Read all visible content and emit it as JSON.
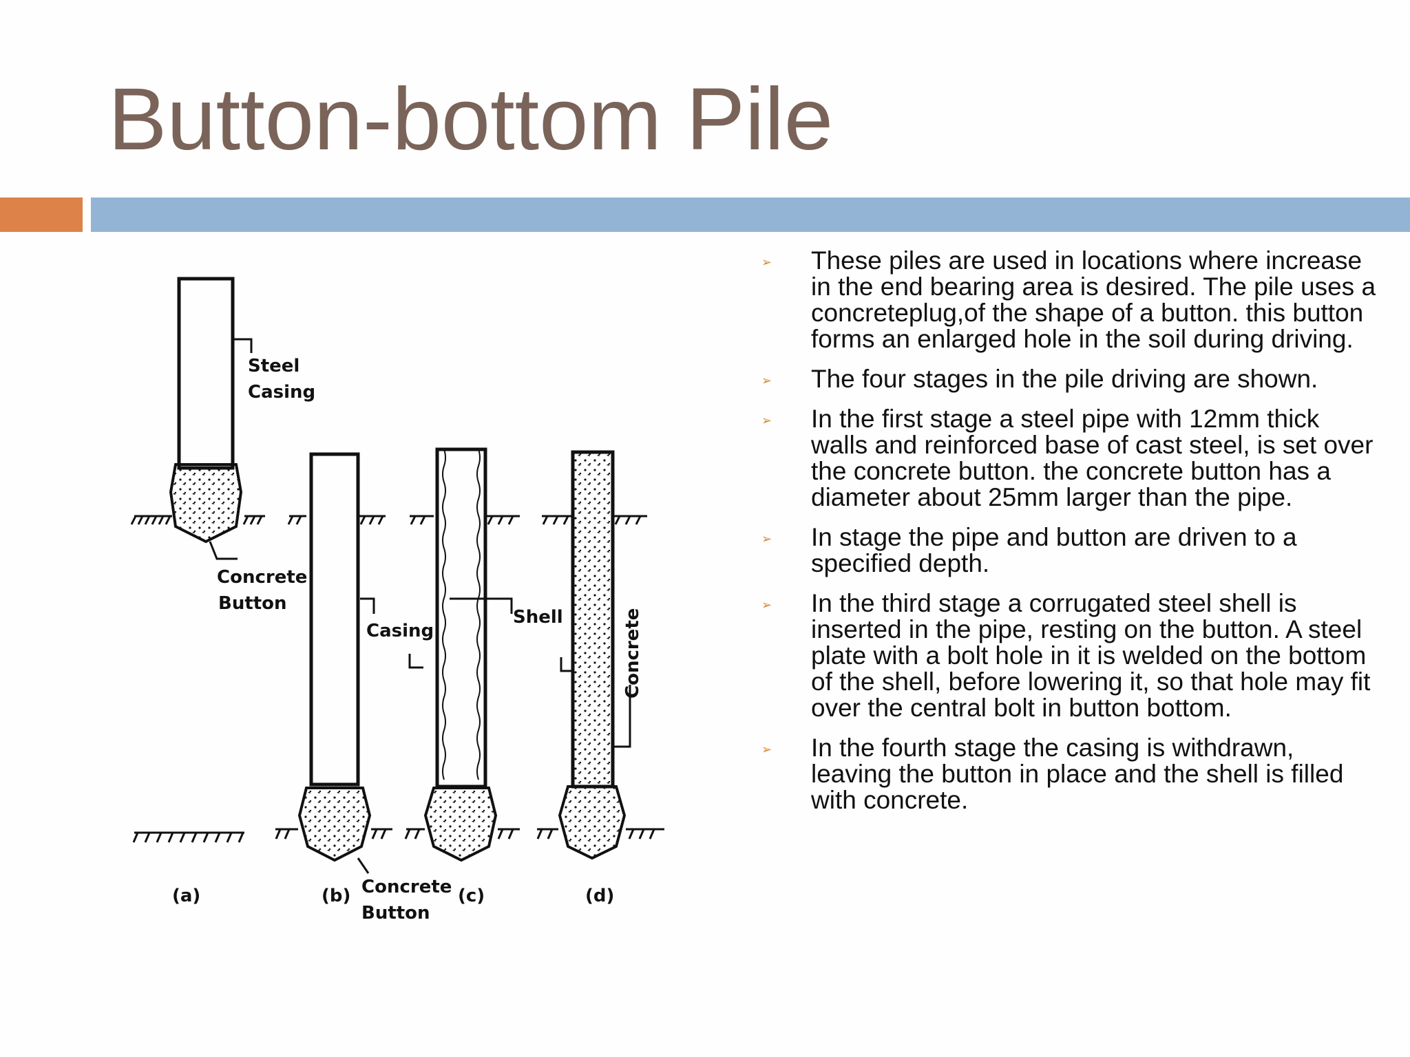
{
  "slide": {
    "title": "Button-bottom Pile",
    "colors": {
      "title": "#7a6358",
      "accent_bar": "#dd8248",
      "main_bar": "#93b4d4",
      "bullet_arrow": "#d8892f"
    }
  },
  "figure": {
    "labels": {
      "steel_casing_1": "Steel",
      "steel_casing_2": "Casing",
      "concrete_button_a_1": "Concrete",
      "concrete_button_a_2": "Button",
      "casing": "Casing",
      "shell": "Shell",
      "concrete": "Concrete",
      "concrete_button_b_1": "Concrete",
      "concrete_button_b_2": "Button",
      "stage_a": "(a)",
      "stage_b": "(b)",
      "stage_c": "(c)",
      "stage_d": "(d)"
    }
  },
  "bullets": [
    {
      "icon": "arrow-bullet-icon",
      "text": "These piles are used in locations where increase in the end bearing area is desired. The pile uses a concreteplug,of the shape of a button. this button forms an enlarged hole in the soil during driving."
    },
    {
      "icon": "arrow-bullet-icon",
      "text": "The four stages in the pile driving are shown."
    },
    {
      "icon": "arrow-bullet-icon",
      "text": "In the first stage a steel pipe with 12mm thick walls and reinforced base of cast steel, is set over the concrete button. the concrete button has a diameter about 25mm larger than the pipe."
    },
    {
      "icon": "arrow-bullet-icon",
      "text": "In stage the pipe and button are driven to a specified depth."
    },
    {
      "icon": "arrow-bullet-icon",
      "text": "In the third stage a corrugated steel shell is inserted in the pipe, resting on the button. A steel plate with a bolt hole in it is welded on the bottom of the shell, before lowering it, so that hole may fit over the central bolt in button bottom."
    },
    {
      "icon": "arrow-bullet-icon",
      "text": "In the fourth stage the casing is withdrawn, leaving the button in place and the shell is filled with concrete."
    }
  ]
}
